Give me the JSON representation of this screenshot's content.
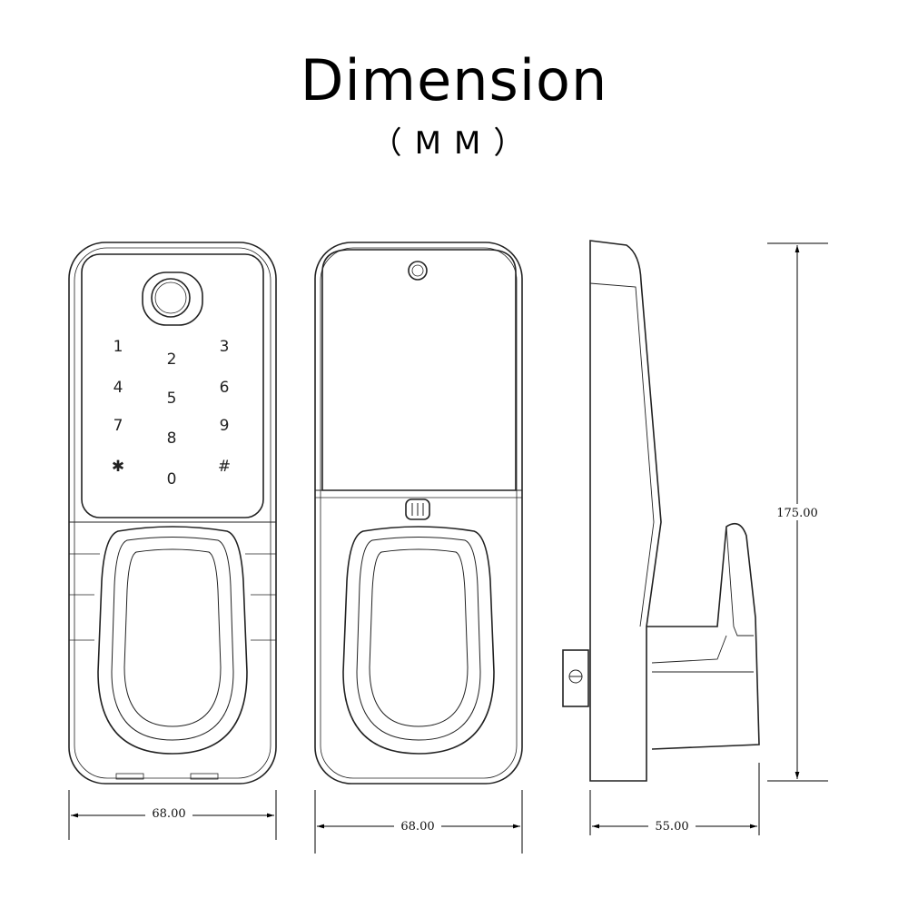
{
  "title": "Dimension",
  "subtitle": "（MM）",
  "keypad": {
    "rows": [
      [
        "1",
        "2",
        "3"
      ],
      [
        "4",
        "5",
        "6"
      ],
      [
        "7",
        "8",
        "9"
      ],
      [
        "✱",
        "0",
        "#"
      ]
    ]
  },
  "dimensions": {
    "front_width": "68.00",
    "back_width": "68.00",
    "side_depth": "55.00",
    "height": "175.00"
  }
}
